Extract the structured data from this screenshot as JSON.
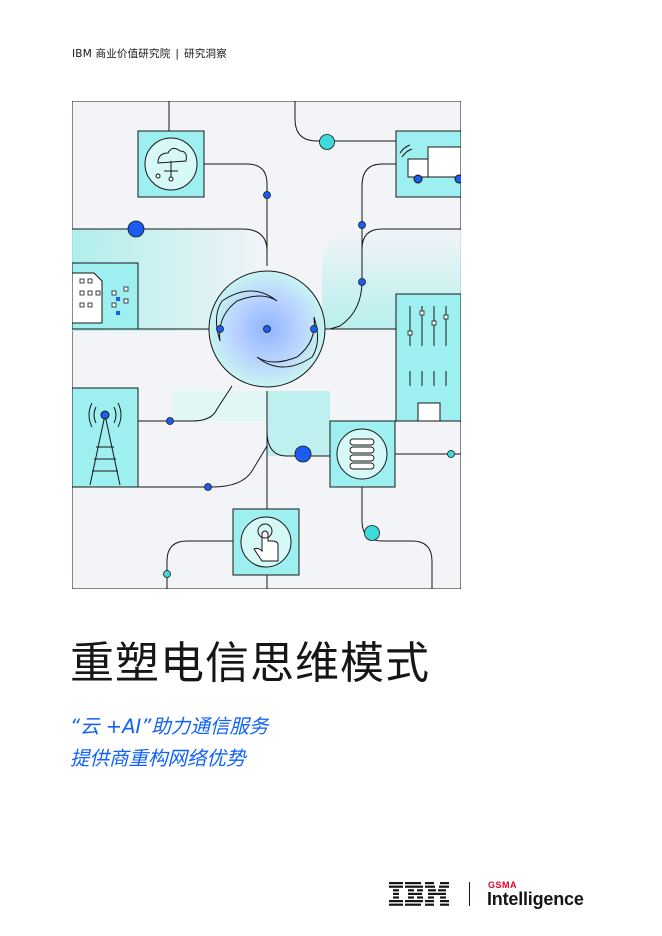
{
  "header": {
    "org": "IBM 商业价值研究院",
    "separator": "|",
    "section": "研究洞察"
  },
  "cover_art": {
    "icons": [
      "cloud-network-icon",
      "delivery-truck-icon",
      "building-icon",
      "server-rack-icon",
      "cell-tower-icon",
      "brain-chip-icon",
      "touch-hand-icon",
      "globe-swirl-icon"
    ]
  },
  "title": "重塑电信思维模式",
  "subtitle": {
    "line1": "“云 +AI”助力通信服务",
    "line2": "提供商重构网络优势"
  },
  "logos": {
    "ibm": "IBM",
    "gsma_small": "GSMA",
    "gsma_big": "Intelligence"
  },
  "colors": {
    "accent_blue": "#0f62fe",
    "teal": "#9ef0f0",
    "node_blue": "#1c5cf0",
    "node_teal": "#3ddbd9",
    "gsma_red": "#e4002b"
  }
}
